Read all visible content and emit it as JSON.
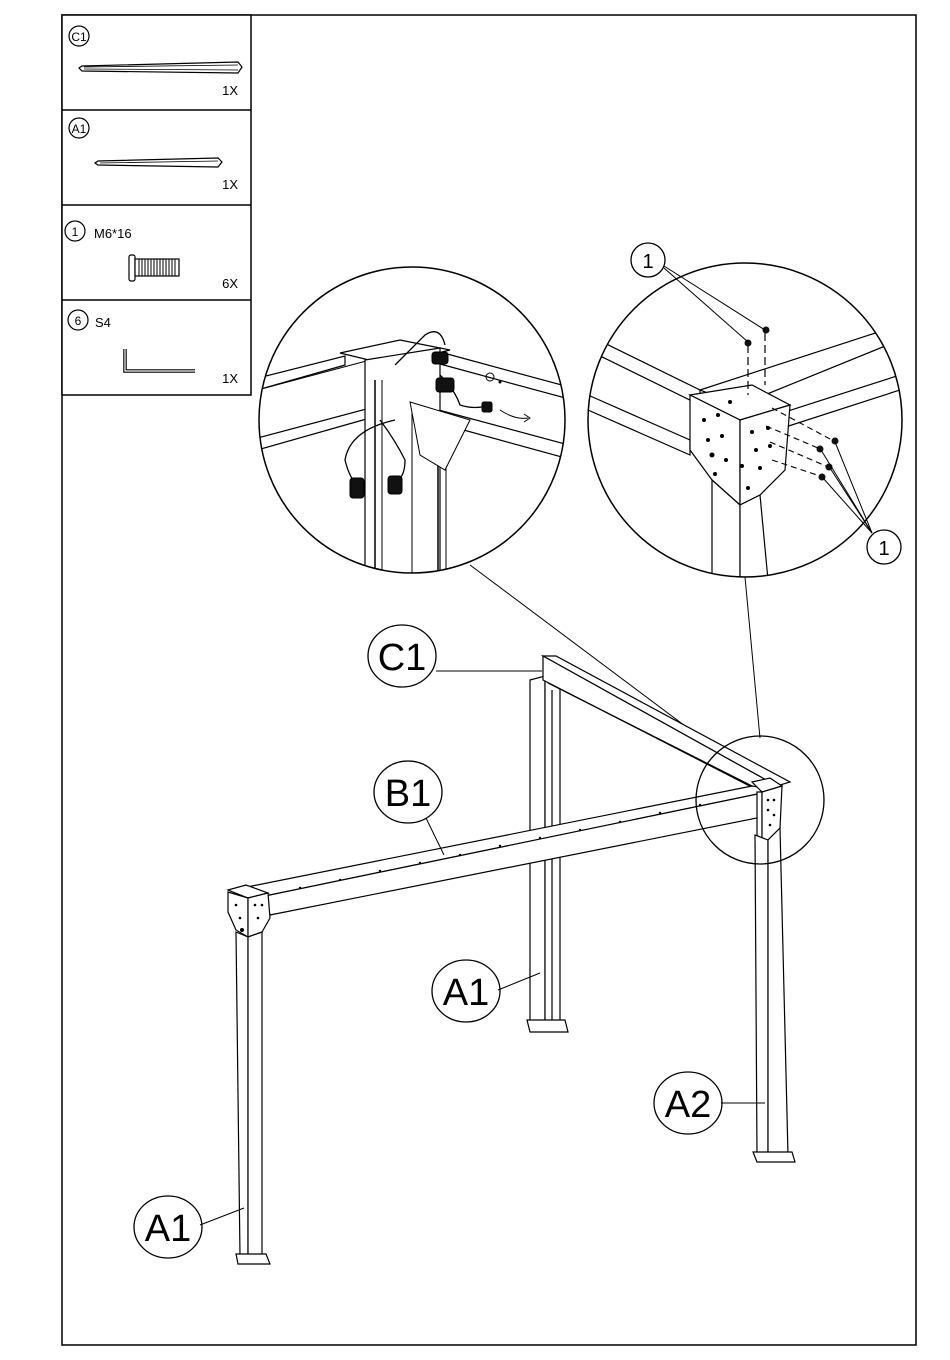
{
  "parts_panel": {
    "items": [
      {
        "id": "C1",
        "qty": "1X"
      },
      {
        "id": "A1",
        "qty": "1X"
      },
      {
        "id": "1",
        "spec": "M6*16",
        "qty": "6X"
      },
      {
        "id": "6",
        "spec": "S4",
        "qty": "1X"
      }
    ]
  },
  "callouts": {
    "detail_bolt_id": "1",
    "detail_bolt_id_2": "1",
    "C1": "C1",
    "B1": "B1",
    "A1_back": "A1",
    "A2": "A2",
    "A1_front": "A1"
  }
}
